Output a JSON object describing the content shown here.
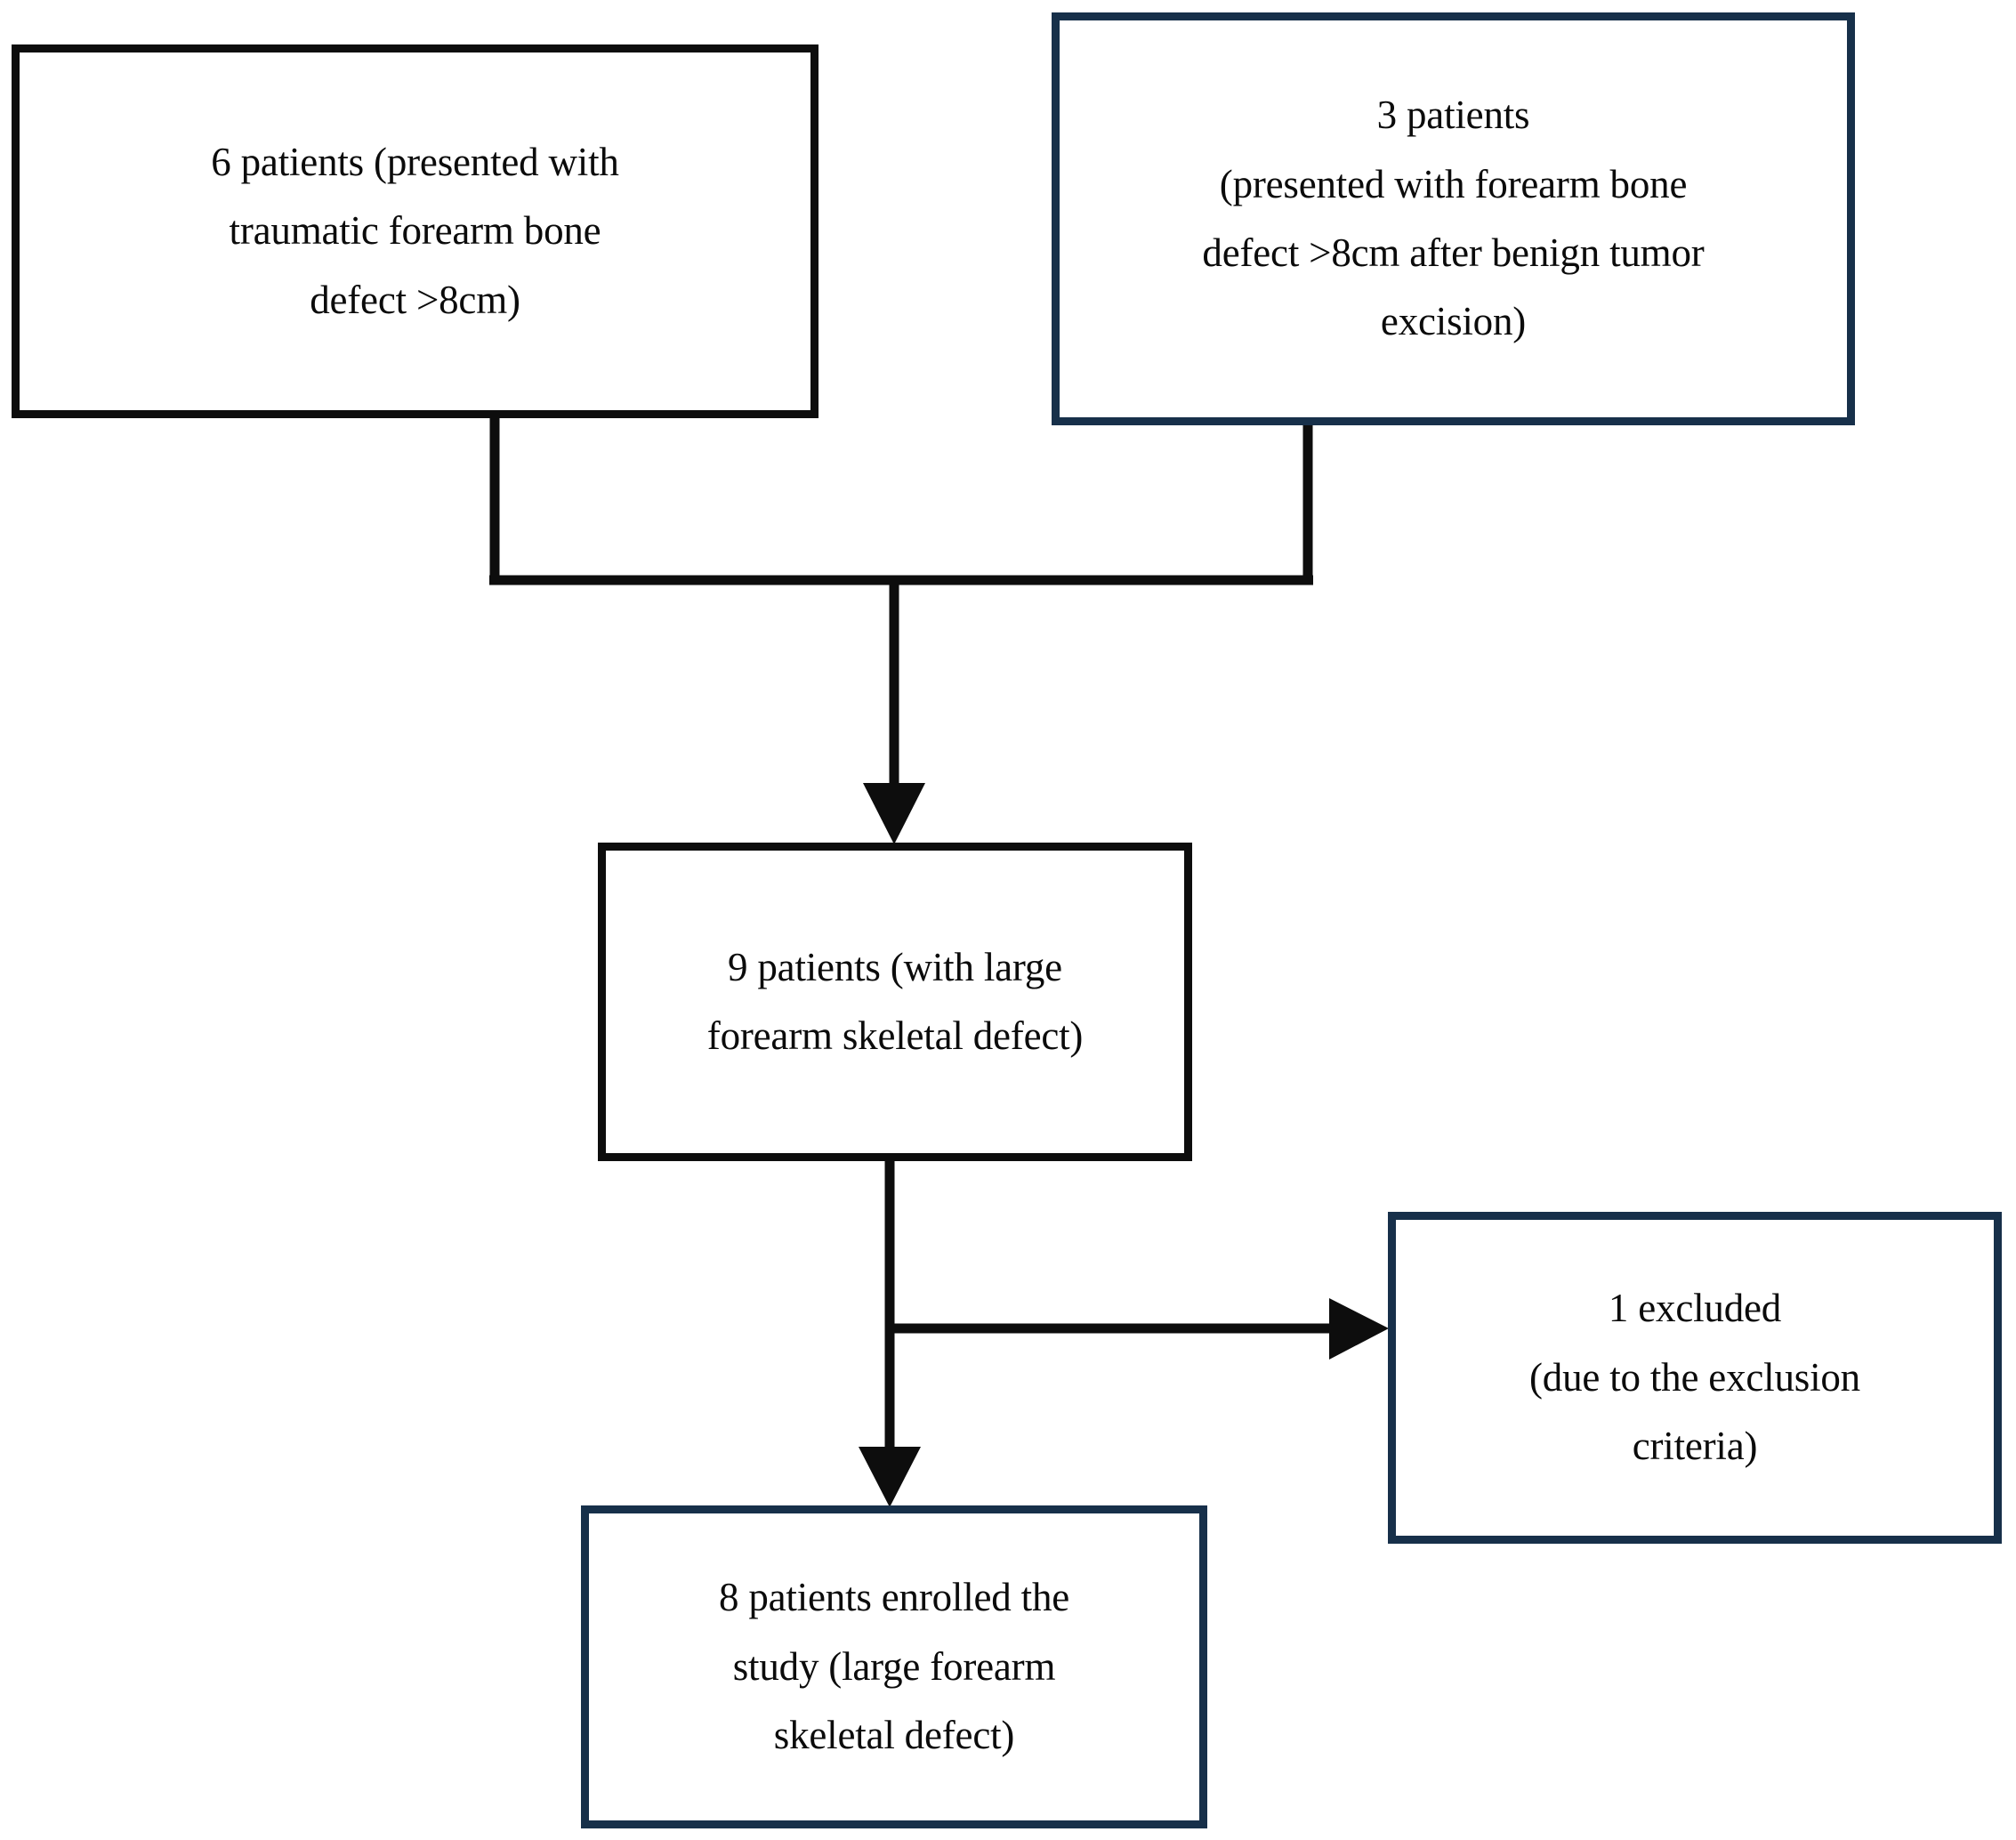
{
  "diagram": {
    "type": "patient-enrollment-flowchart",
    "title": "",
    "colors": {
      "border_black": "#0d0d0d",
      "border_navy": "#17304a",
      "connector": "#0d0d0d",
      "background": "#ffffff",
      "text": "#0b0b0b"
    },
    "nodes": [
      {
        "id": "traumatic",
        "text": "6 patients (presented with\ntraumatic forearm bone\ndefect >8cm)",
        "border_color": "#0d0d0d",
        "border_style": "black"
      },
      {
        "id": "tumor",
        "text": "3 patients\n(presented with forearm bone\ndefect >8cm after benign tumor\nexcision)",
        "border_color": "#17304a",
        "border_style": "navy"
      },
      {
        "id": "nine",
        "text": "9 patients (with large\nforearm skeletal defect)",
        "border_color": "#0d0d0d",
        "border_style": "black"
      },
      {
        "id": "excluded",
        "text": "1 excluded\n(due to the exclusion\ncriteria)",
        "border_color": "#17304a",
        "border_style": "navy"
      },
      {
        "id": "enrolled",
        "text": "8 patients enrolled the\nstudy (large forearm\nskeletal defect)",
        "border_color": "#17304a",
        "border_style": "navy"
      }
    ],
    "connectors": [
      {
        "id": "traumatic-to-merge",
        "from": "traumatic",
        "to": "merge",
        "arrowhead": false
      },
      {
        "id": "tumor-to-merge",
        "from": "tumor",
        "to": "merge",
        "arrowhead": false
      },
      {
        "id": "merge-to-nine",
        "from": "merge",
        "to": "nine",
        "arrowhead": true,
        "direction": "down"
      },
      {
        "id": "nine-to-excluded",
        "from": "nine",
        "to": "excluded",
        "arrowhead": true,
        "direction": "right"
      },
      {
        "id": "nine-to-enrolled",
        "from": "nine",
        "to": "enrolled",
        "arrowhead": true,
        "direction": "down"
      }
    ]
  }
}
